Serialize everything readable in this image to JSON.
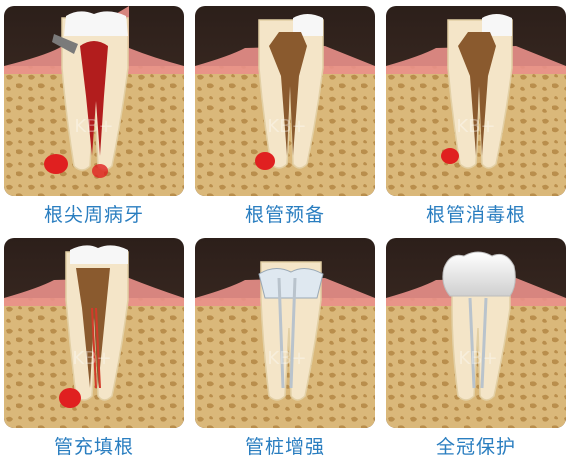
{
  "steps": [
    {
      "label": "根尖周病牙",
      "stage": "infected"
    },
    {
      "label": "根管预备",
      "stage": "preparation"
    },
    {
      "label": "根管消毒根",
      "stage": "disinfection"
    },
    {
      "label": "管充填根",
      "stage": "filling"
    },
    {
      "label": "管桩增强",
      "stage": "post"
    },
    {
      "label": "全冠保护",
      "stage": "crown"
    }
  ],
  "watermark": "KB+",
  "colors": {
    "caption": "#2a7ec0",
    "bone": "#d9b677",
    "gum": "#e9908a",
    "pulp": "#b21d1d",
    "infection": "#e02020"
  }
}
